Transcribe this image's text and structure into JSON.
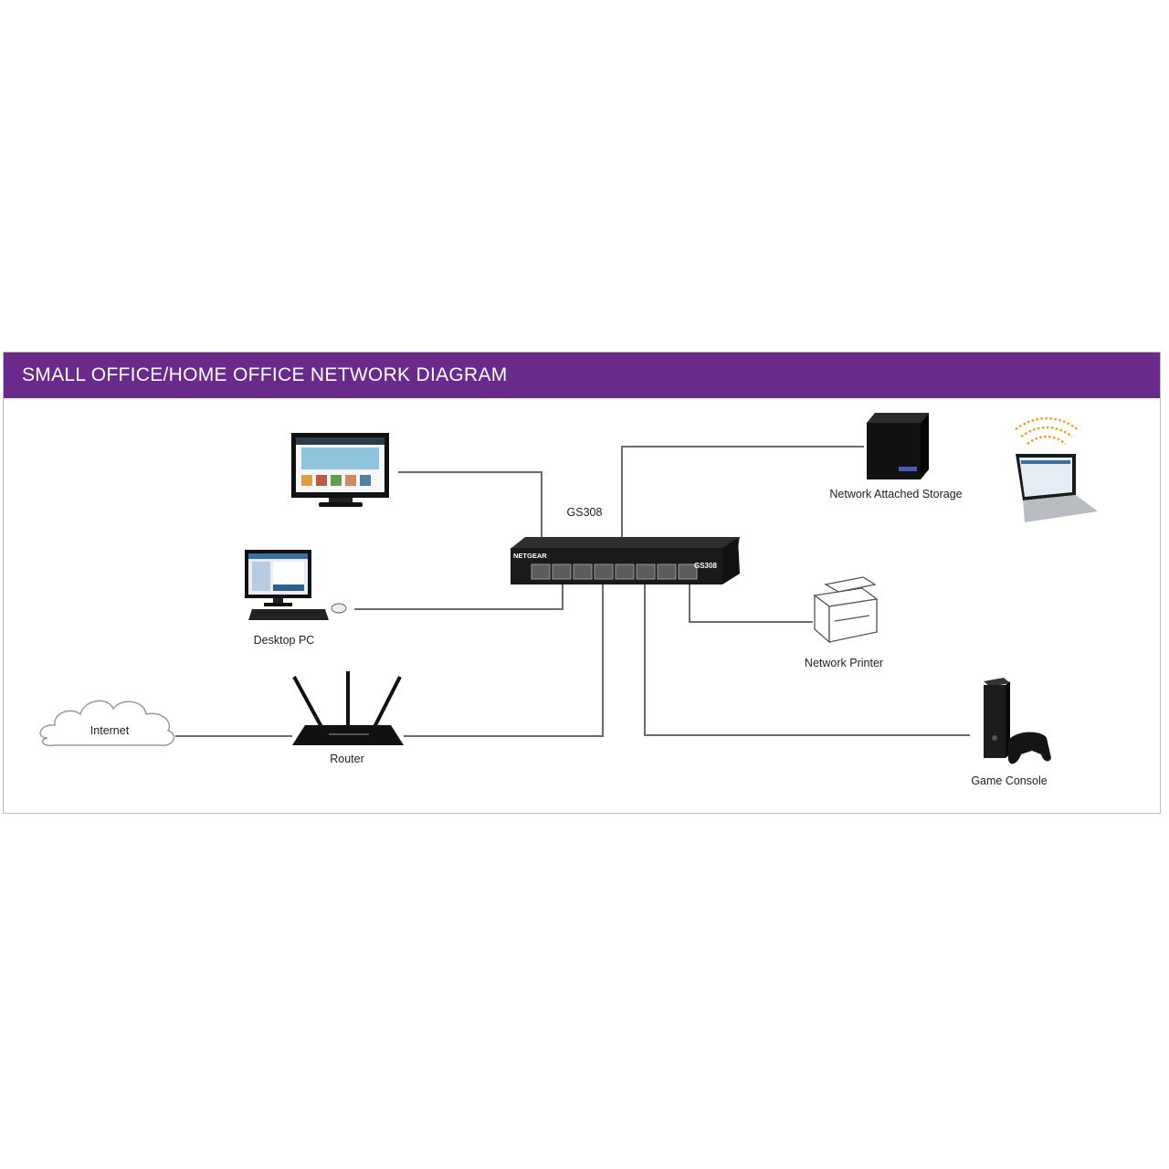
{
  "title": "SMALL OFFICE/HOME OFFICE NETWORK DIAGRAM",
  "colors": {
    "header": "#6a2a8c",
    "line": "#6b6b6b",
    "wifi": "#f0a020"
  },
  "switch": {
    "model_label": "GS308",
    "brand": "NETGEAR",
    "badge": "GS308"
  },
  "nodes": {
    "tv": "",
    "desktop": "Desktop PC",
    "internet": "Internet",
    "router": "Router",
    "nas": "Network Attached Storage",
    "laptop": "",
    "printer": "Network Printer",
    "console": "Game Console"
  }
}
